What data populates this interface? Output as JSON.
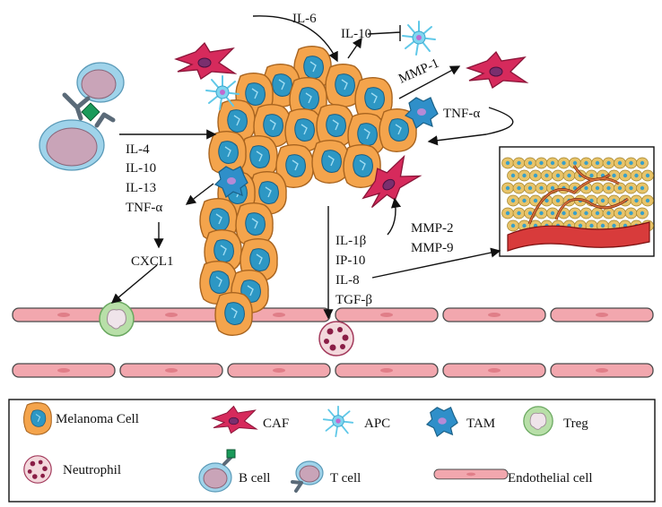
{
  "labels": {
    "il6": "IL-6",
    "il10_top": "IL-10",
    "mmp1": "MMP-1",
    "tnfa_right": "TNF-α",
    "il4": "IL-4",
    "il10_left": "IL-10",
    "il13": "IL-13",
    "tnfa_left": "TNF-α",
    "cxcl1": "CXCL1",
    "il1b": "IL-1β",
    "ip10": "IP-10",
    "il8": "IL-8",
    "tgfb": "TGF-β",
    "mmp2": "MMP-2",
    "mmp9": "MMP-9"
  },
  "legend": {
    "melanoma": "Melanoma Cell",
    "caf": "CAF",
    "apc": "APC",
    "tam": "TAM",
    "treg": "Treg",
    "neutrophil": "Neutrophil",
    "bcell": "B cell",
    "tcell": "T cell",
    "endothelial": "Endothelial cell"
  },
  "colors": {
    "melanoma_fill": "#f4a44c",
    "melanoma_nucleus": "#2d97c4",
    "caf": "#d62a5c",
    "apc": "#5fc8e8",
    "tam": "#2f8fc9",
    "treg": "#b8dfa8",
    "neutrophil": "#f3d8dc",
    "endothelial": "#f2a7ae",
    "bcell_fill": "#c9a4b8",
    "bcell_ring": "#9fd3ea",
    "bcell_marker": "#1a9a5a"
  }
}
